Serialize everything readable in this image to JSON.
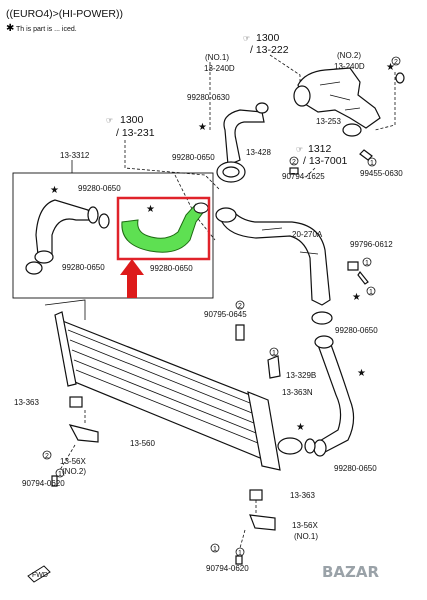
{
  "header": {
    "line1": "((EURO4)>(HI-POWER))",
    "line2": "Th is part is ... iced."
  },
  "refs": {
    "ref_1300_top": "1300",
    "ref_13222": "/ 13-222",
    "ref_1300_left": "1300",
    "ref_13231": "/ 13-231",
    "ref_1312": "1312",
    "ref_137001": "/ 13-7001"
  },
  "labels": {
    "no1": "(NO.1)",
    "p13240D_a": "13-240D",
    "no2": "(NO.2)",
    "p13240D_b": "13-240D",
    "p99280_0630_top": "99280-0630",
    "p13253": "13-253",
    "p99280_0650_mid": "99280-0650",
    "p13428": "13-428",
    "p90794_1625": "90794-1625",
    "p99455_0630": "99455-0630",
    "p13312": "13-3312",
    "p99280_0650_l1": "99280-0650",
    "p99280_0650_l2": "99280-0650",
    "p99280_0650_l3": "99280-0650",
    "p20270A": "20-270A",
    "p99796_0612": "99796-0612",
    "p90795_0645": "90795-0645",
    "p99280_0650_r": "99280-0650",
    "p13329B": "13-329B",
    "p13363N": "13-363N",
    "p13363_l": "13-363",
    "p13560": "13-560",
    "p13_56X_l": "13-56X",
    "no2_l": "(NO.2)",
    "p90794_0620_l": "90794-0620",
    "p99280_0650_br": "99280-0650",
    "p13363_b": "13-363",
    "p13_56X_b": "13-56X",
    "no1_b": "(NO.1)",
    "p90794_0620_b": "90794-0620",
    "fwd": "FWD",
    "n2a": "2",
    "n2b": "2",
    "n2c": "2",
    "n2d": "2",
    "n1a": "1",
    "n1b": "1",
    "n1c": "1",
    "n1d": "1",
    "n1e": "1",
    "n1f": "1",
    "n1g": "1",
    "n1h": "1"
  },
  "watermark": "BAZAR",
  "colors": {
    "highlight_hose": "#5ee052",
    "highlight_box": "#e0222a",
    "arrow": "#dd1a1a"
  }
}
